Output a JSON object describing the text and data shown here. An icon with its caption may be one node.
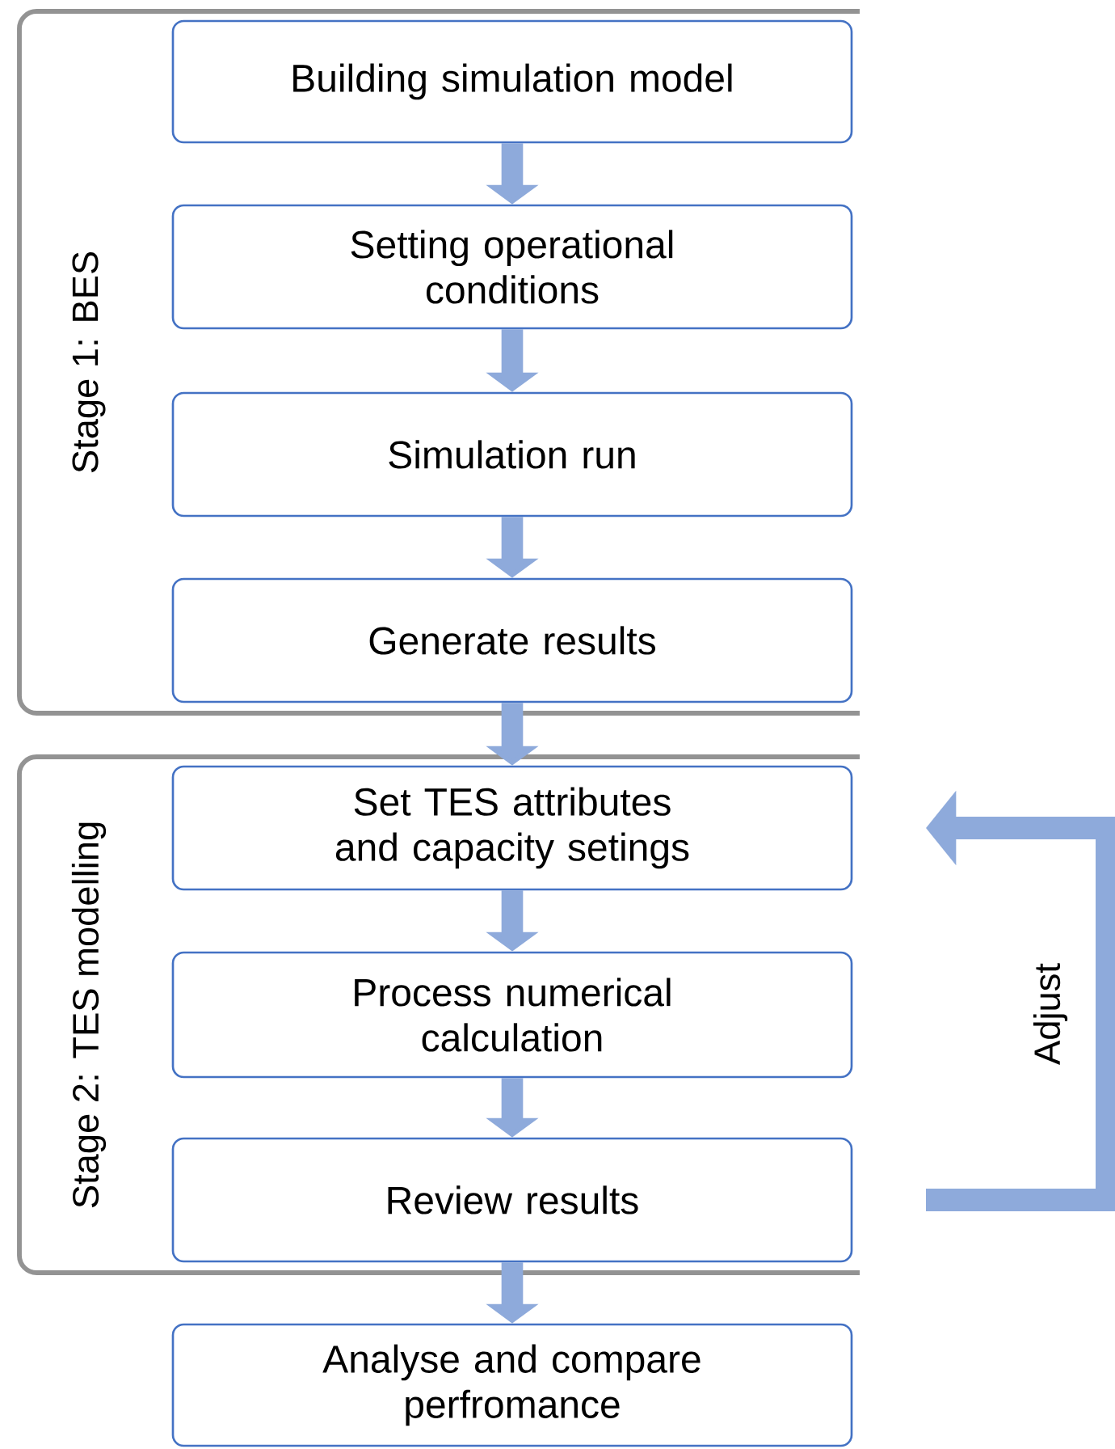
{
  "diagram": {
    "nodes": [
      {
        "text": [
          "Stage 1: BES"
        ]
      },
      {
        "text": [
          "Building simulation model"
        ],
        "in": 0
      },
      {
        "text": [
          "Setting operational conditions"
        ],
        "in": 0
      },
      {
        "text": [
          "Simulation run"
        ],
        "in": 0
      },
      {
        "text": [
          "Generate results"
        ],
        "in": 0
      },
      {
        "text": [
          "Stage 2: TES modelling"
        ]
      },
      {
        "text": [
          "Set TES attributes and capacity setings"
        ],
        "in": 5
      },
      {
        "text": [
          "Process numerical calculation"
        ],
        "in": 5
      },
      {
        "text": [
          "Review results"
        ],
        "in": 5
      },
      {
        "text": [
          "Analyse and compare perfromance"
        ]
      }
    ],
    "edges": [
      {
        "from": 1,
        "to": 2,
        "arrow": "to"
      },
      {
        "from": 2,
        "to": 3,
        "arrow": "to"
      },
      {
        "from": 3,
        "to": 4,
        "arrow": "to"
      },
      {
        "from": 4,
        "to": 6,
        "arrow": "to"
      },
      {
        "from": 6,
        "to": 7,
        "arrow": "to"
      },
      {
        "from": 7,
        "to": 8,
        "arrow": "to"
      },
      {
        "from": 8,
        "to": 9,
        "arrow": "to"
      },
      {
        "from": 8,
        "to": 6,
        "arrow": "to",
        "label": "Adjust"
      }
    ]
  }
}
